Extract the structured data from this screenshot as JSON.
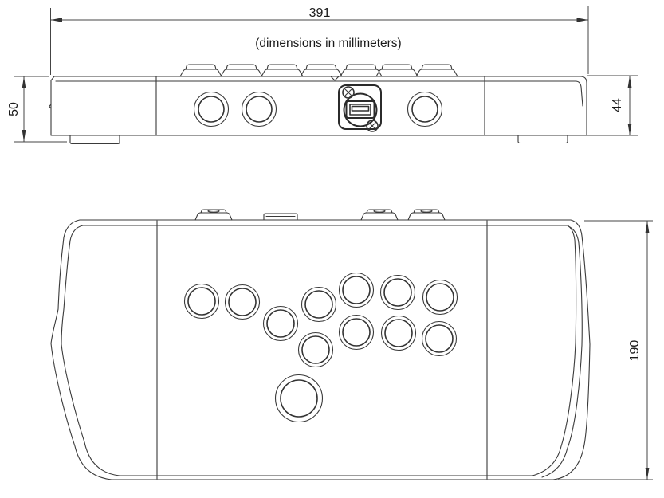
{
  "note": "(dimensions in millimeters)",
  "dimensions": {
    "overall_width_mm": "391",
    "front_height_with_feet_mm": "50",
    "front_height_body_mm": "44",
    "depth_mm": "190"
  },
  "colors": {
    "line": "#3a3a3a",
    "text": "#1a1a1a",
    "background": "#ffffff"
  }
}
